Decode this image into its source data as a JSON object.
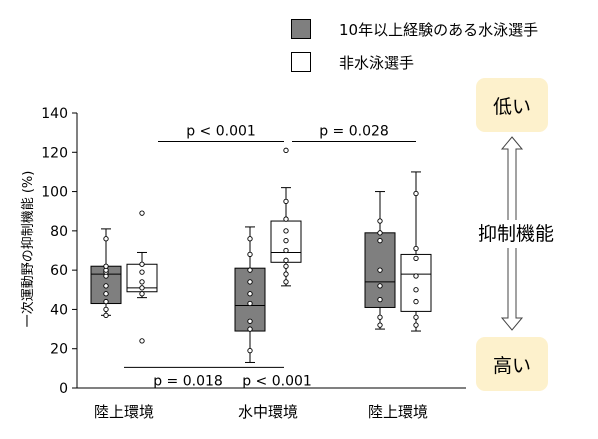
{
  "legend": {
    "swimmer": {
      "label": "10年以上経験のある水泳選手",
      "color": "#7f7f7f"
    },
    "nonswimmer": {
      "label": "非水泳選手",
      "color": "#ffffff"
    }
  },
  "side": {
    "top_label": "低い",
    "bottom_label": "高い",
    "middle_label": "抑制機能",
    "tag_color": "#fdf1cc"
  },
  "chart_data": {
    "type": "box",
    "ylabel": "一次運動野の抑制機能 (%)",
    "ylim": [
      0,
      140
    ],
    "yticks": [
      0,
      20,
      40,
      60,
      80,
      100,
      120,
      140
    ],
    "categories": [
      "陸上環境",
      "水中環境",
      "陸上環境"
    ],
    "series": [
      {
        "name": "10年以上経験のある水泳選手",
        "color": "#7f7f7f",
        "boxes": [
          {
            "min": 37,
            "q1": 43,
            "median": 58,
            "q3": 62,
            "max": 81,
            "points": [
              37,
              40,
              44,
              48,
              52,
              57,
              59,
              60,
              62,
              76
            ]
          },
          {
            "min": 13,
            "q1": 29,
            "median": 42,
            "q3": 61,
            "max": 82,
            "points": [
              19,
              30,
              34,
              43,
              48,
              54,
              60,
              68,
              76
            ]
          },
          {
            "min": 30,
            "q1": 41,
            "median": 54,
            "q3": 79,
            "max": 100,
            "points": [
              32,
              36,
              45,
              52,
              60,
              75,
              79,
              85
            ]
          }
        ]
      },
      {
        "name": "非水泳選手",
        "color": "#ffffff",
        "boxes": [
          {
            "min": 46,
            "q1": 49,
            "median": 51,
            "q3": 63,
            "max": 69,
            "points": [
              24,
              48,
              51,
              54,
              59,
              63,
              89
            ]
          },
          {
            "min": 52,
            "q1": 64,
            "median": 69,
            "q3": 85,
            "max": 102,
            "points": [
              54,
              58,
              62,
              65,
              70,
              75,
              80,
              86,
              95,
              121
            ]
          },
          {
            "min": 29,
            "q1": 39,
            "median": 58,
            "q3": 68,
            "max": 110,
            "points": [
              32,
              36,
              44,
              50,
              57,
              66,
              71,
              99
            ]
          }
        ]
      }
    ],
    "annotations": [
      {
        "text": "p < 0.001",
        "y": 127,
        "from": [
          0,
          1
        ],
        "to": [
          1,
          0
        ],
        "position": "above"
      },
      {
        "text": "p = 0.028",
        "y": 127,
        "from": [
          1,
          1
        ],
        "to": [
          2,
          1
        ],
        "position": "above"
      },
      {
        "text": "p = 0.018",
        "y": 11,
        "from": [
          0,
          0
        ],
        "to": [
          1,
          0
        ],
        "position": "below"
      },
      {
        "text": "p < 0.001",
        "y": 11,
        "from": [
          1,
          0
        ],
        "to": [
          1,
          1
        ],
        "position": "below"
      }
    ]
  }
}
